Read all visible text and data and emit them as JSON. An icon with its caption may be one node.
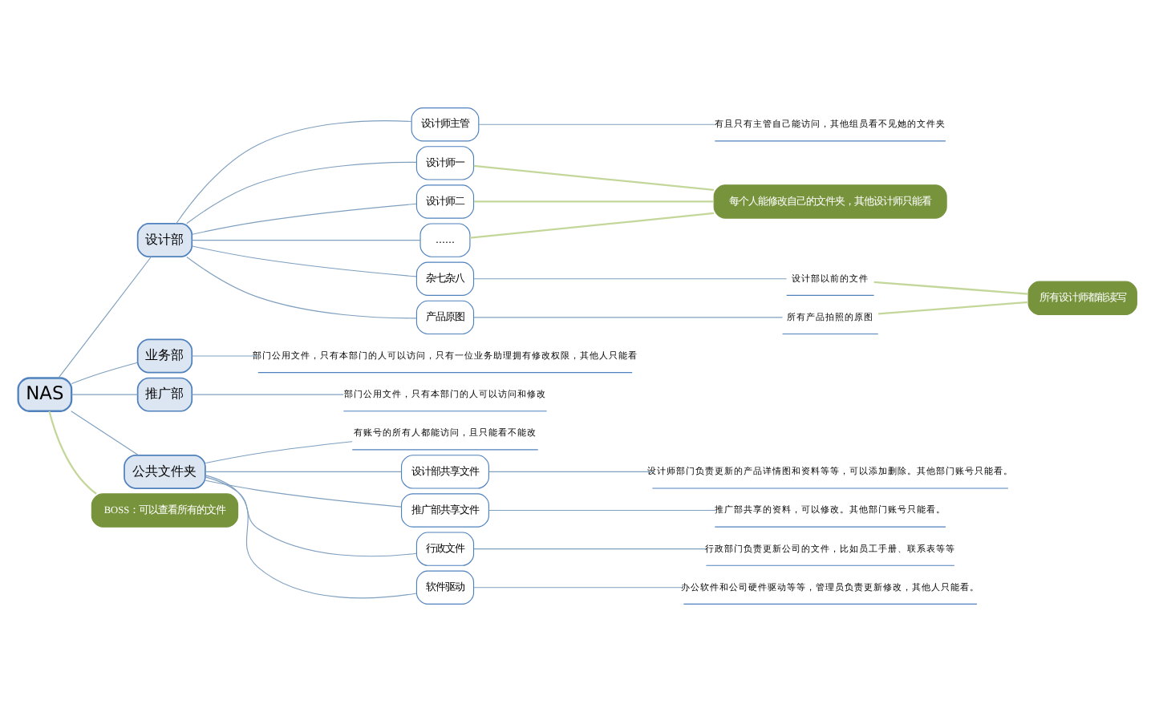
{
  "diagram": {
    "nodes": [
      {
        "text": [
          "NAS"
        ]
      },
      {
        "text": [
          "设计部"
        ]
      },
      {
        "text": [
          "业务部"
        ]
      },
      {
        "text": [
          "推广部"
        ]
      },
      {
        "text": [
          "公共文件夹"
        ]
      },
      {
        "text": [
          "设计师主管"
        ]
      },
      {
        "text": [
          "设计师一"
        ]
      },
      {
        "text": [
          "设计师二"
        ]
      },
      {
        "text": [
          "......"
        ]
      },
      {
        "text": [
          "杂七杂八"
        ]
      },
      {
        "text": [
          "产品原图"
        ]
      },
      {
        "text": [
          "有且只有主管自己能访问，其他组员看不见她的文件夹"
        ]
      },
      {
        "text": [
          "每个人能修改自己的文件夹，其他设计师只能看"
        ]
      },
      {
        "text": [
          "设计部以前的文件"
        ]
      },
      {
        "text": [
          "所有产品拍照的原图"
        ]
      },
      {
        "text": [
          "所有设计师都能读写"
        ]
      },
      {
        "text": [
          "部门公用文件，只有本部门的人可以访问，只有一位业务助理拥有修改权限，其他人只能看"
        ]
      },
      {
        "text": [
          "部门公用文件，只有本部门的人可以访问和修改"
        ]
      },
      {
        "text": [
          "有账号的所有人都能访问，且只能看不能改"
        ]
      },
      {
        "text": [
          "设计部共享文件"
        ]
      },
      {
        "text": [
          "推广部共享文件"
        ]
      },
      {
        "text": [
          "行政文件"
        ]
      },
      {
        "text": [
          "软件驱动"
        ]
      },
      {
        "text": [
          "设计师部门负责更新的产品详情图和资料等等，可以添加删除。其他部门账号只能看。"
        ]
      },
      {
        "text": [
          "推广部共享的资料，可以修改。其他部门账号只能看。"
        ]
      },
      {
        "text": [
          "行政部门负责更新公司的文件，比如员工手册、联系表等等"
        ]
      },
      {
        "text": [
          "办公软件和公司硬件驱动等等，管理员负责更新修改，其他人只能看。"
        ]
      },
      {
        "text": [
          "BOSS：可以查看所有的文件"
        ]
      }
    ],
    "edges": [
      {
        "from": 0,
        "to": 1,
        "arrow": "none"
      },
      {
        "from": 0,
        "to": 2,
        "arrow": "none"
      },
      {
        "from": 0,
        "to": 3,
        "arrow": "none"
      },
      {
        "from": 0,
        "to": 4,
        "arrow": "none"
      },
      {
        "from": 1,
        "to": 5,
        "arrow": "none"
      },
      {
        "from": 1,
        "to": 6,
        "arrow": "none"
      },
      {
        "from": 1,
        "to": 7,
        "arrow": "none"
      },
      {
        "from": 1,
        "to": 8,
        "arrow": "none"
      },
      {
        "from": 1,
        "to": 9,
        "arrow": "none"
      },
      {
        "from": 1,
        "to": 10,
        "arrow": "none"
      },
      {
        "from": 5,
        "to": 11,
        "arrow": "none"
      },
      {
        "from": 6,
        "to": 12,
        "arrow": "none",
        "color": "#c4d79b"
      },
      {
        "from": 7,
        "to": 12,
        "arrow": "none",
        "color": "#c4d79b"
      },
      {
        "from": 8,
        "to": 12,
        "arrow": "none",
        "color": "#c4d79b"
      },
      {
        "from": 9,
        "to": 13,
        "arrow": "none"
      },
      {
        "from": 10,
        "to": 14,
        "arrow": "none"
      },
      {
        "from": 13,
        "to": 15,
        "arrow": "none",
        "color": "#c4d79b"
      },
      {
        "from": 14,
        "to": 15,
        "arrow": "none",
        "color": "#c4d79b"
      },
      {
        "from": 2,
        "to": 16,
        "arrow": "none"
      },
      {
        "from": 3,
        "to": 17,
        "arrow": "none"
      },
      {
        "from": 4,
        "to": 18,
        "arrow": "none"
      },
      {
        "from": 4,
        "to": 19,
        "arrow": "none"
      },
      {
        "from": 4,
        "to": 20,
        "arrow": "none"
      },
      {
        "from": 4,
        "to": 21,
        "arrow": "none"
      },
      {
        "from": 4,
        "to": 22,
        "arrow": "none"
      },
      {
        "from": 19,
        "to": 23,
        "arrow": "none"
      },
      {
        "from": 20,
        "to": 24,
        "arrow": "none"
      },
      {
        "from": 21,
        "to": 25,
        "arrow": "none"
      },
      {
        "from": 22,
        "to": 26,
        "arrow": "none"
      },
      {
        "from": 0,
        "to": 27,
        "arrow": "none",
        "color": "#c4d79b"
      }
    ]
  }
}
